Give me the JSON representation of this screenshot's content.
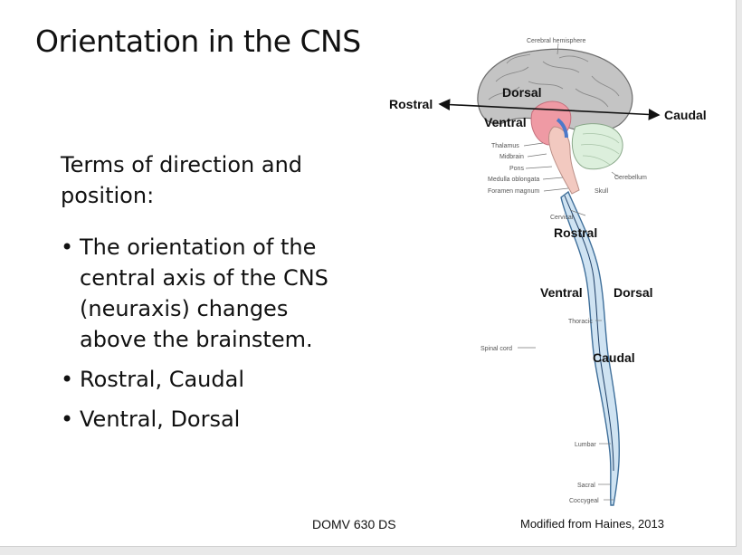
{
  "slide": {
    "title": "Orientation in the CNS",
    "intro": "Terms of direction and position:",
    "bullets": [
      "The orientation of the central axis of the CNS (neuraxis) changes above the brainstem.",
      "Rostral, Caudal",
      "Ventral, Dorsal"
    ],
    "footer_left": "DOMV 630 DS",
    "footer_right": "Modified from Haines, 2013"
  },
  "figure": {
    "brain_labels": {
      "cerebral_hemisphere": "Cerebral hemisphere",
      "thalamus": "Thalamus",
      "midbrain": "Midbrain",
      "pons": "Pons",
      "medulla": "Medulla oblongata",
      "foramen": "Foramen magnum",
      "cerebellum": "Cerebellum",
      "skull": "Skull"
    },
    "brain_directions": {
      "rostral": "Rostral",
      "caudal": "Caudal",
      "dorsal": "Dorsal",
      "ventral": "Ventral"
    },
    "cord_labels": {
      "cervical": "Cervical",
      "thoracic": "Thoracic",
      "spinal_cord": "Spinal cord",
      "lumbar": "Lumbar",
      "sacral": "Sacral",
      "coccygeal": "Coccygeal"
    },
    "cord_directions": {
      "rostral": "Rostral",
      "ventral": "Ventral",
      "dorsal": "Dorsal",
      "caudal": "Caudal"
    },
    "colors": {
      "cortex": "#c4c4c4",
      "diencephalon": "#ef9aa4",
      "cerebellum": "#dcefdc",
      "brainstem": "#f2c9c0",
      "cord_fill": "#cfe3f2",
      "cord_edge": "#3f6f9a"
    }
  }
}
